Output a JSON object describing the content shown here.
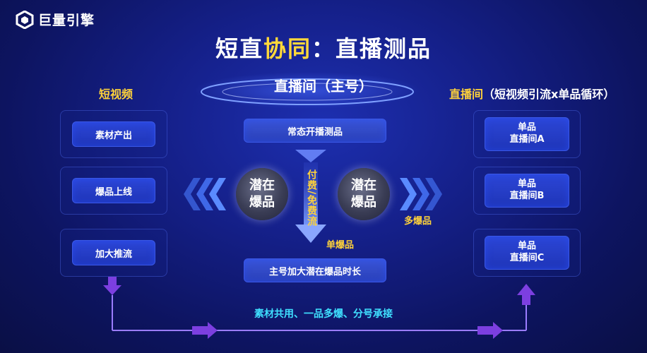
{
  "brand": {
    "name": "巨量引擎",
    "icon": "logo-icon"
  },
  "title": {
    "part1": "短直",
    "highlight": "协同",
    "part2": "：直播测品"
  },
  "left": {
    "heading": "短视频",
    "items": [
      "素材产出",
      "爆品上线",
      "加大推流"
    ]
  },
  "center": {
    "heading": "直播间（主号）",
    "top_box": "常态开播测品",
    "left_circle": "潜在\n爆品",
    "right_circle": "潜在\n爆品",
    "arrow_text": "付费/免费流",
    "single_label": "单爆品",
    "multi_label": "多爆品",
    "bottom_box": "主号加大潜在爆品时长"
  },
  "right": {
    "heading_main": "直播间",
    "heading_sub": "（短视频引流x单品循环）",
    "items": [
      {
        "line1": "单品",
        "line2": "直播间A"
      },
      {
        "line1": "单品",
        "line2": "直播间B"
      },
      {
        "line1": "单品",
        "line2": "直播间C"
      }
    ]
  },
  "bottom": {
    "text": "素材共用、一品多爆、分号承接"
  },
  "colors": {
    "accent_yellow": "#ffd23a",
    "accent_cyan": "#3fe0ff",
    "box_blue": "#2c46d6",
    "arrow_purple": "#7c3fe0"
  }
}
